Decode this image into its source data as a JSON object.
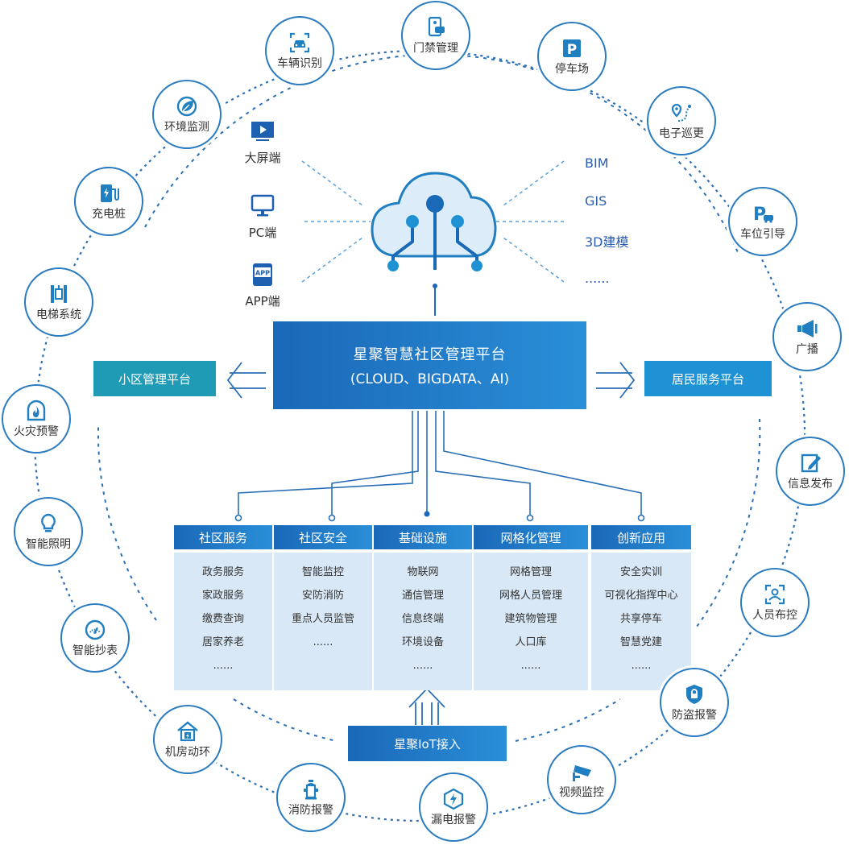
{
  "center": {
    "title": "星聚智慧社区管理平台",
    "subtitle": "(CLOUD、BIGDATA、AI)"
  },
  "left_box": "小区管理平台",
  "right_box": "居民服务平台",
  "iot_box": "星聚IoT接入",
  "clients": [
    {
      "label": "大屏端",
      "icon": "screen-icon"
    },
    {
      "label": "PC端",
      "icon": "monitor-icon"
    },
    {
      "label": "APP端",
      "icon": "app-icon"
    }
  ],
  "tech": [
    "BIM",
    "GIS",
    "3D建模",
    "......"
  ],
  "columns": [
    {
      "title": "社区服务",
      "items": [
        "政务服务",
        "家政服务",
        "缴费查询",
        "居家养老",
        "......"
      ]
    },
    {
      "title": "社区安全",
      "items": [
        "智能监控",
        "安防消防",
        "重点人员监管",
        "......"
      ]
    },
    {
      "title": "基础设施",
      "items": [
        "物联网",
        "通信管理",
        "信息终端",
        "环境设备",
        "......"
      ]
    },
    {
      "title": "网格化管理",
      "items": [
        "网格管理",
        "网格人员管理",
        "建筑物管理",
        "人口库",
        "......"
      ]
    },
    {
      "title": "创新应用",
      "items": [
        "安全实训",
        "可视化指挥中心",
        "共享停车",
        "智慧党建",
        "......"
      ]
    }
  ],
  "ring": [
    {
      "label": "门禁管理",
      "icon": "access-card-icon"
    },
    {
      "label": "停车场",
      "icon": "parking-icon"
    },
    {
      "label": "电子巡更",
      "icon": "patrol-route-icon"
    },
    {
      "label": "车位引导",
      "icon": "parking-guide-icon"
    },
    {
      "label": "广播",
      "icon": "megaphone-icon"
    },
    {
      "label": "信息发布",
      "icon": "edit-note-icon"
    },
    {
      "label": "人员布控",
      "icon": "person-focus-icon"
    },
    {
      "label": "防盗报警",
      "icon": "shield-lock-icon"
    },
    {
      "label": "视频监控",
      "icon": "camera-icon"
    },
    {
      "label": "漏电报警",
      "icon": "bolt-icon"
    },
    {
      "label": "消防报警",
      "icon": "hydrant-icon"
    },
    {
      "label": "机房动环",
      "icon": "server-house-icon"
    },
    {
      "label": "智能抄表",
      "icon": "gauge-icon"
    },
    {
      "label": "智能照明",
      "icon": "bulb-icon"
    },
    {
      "label": "火灾预警",
      "icon": "fire-icon"
    },
    {
      "label": "电梯系统",
      "icon": "elevator-icon"
    },
    {
      "label": "充电桩",
      "icon": "charger-icon"
    },
    {
      "label": "环境监测",
      "icon": "leaf-globe-icon"
    },
    {
      "label": "车辆识别",
      "icon": "car-scan-icon"
    }
  ]
}
